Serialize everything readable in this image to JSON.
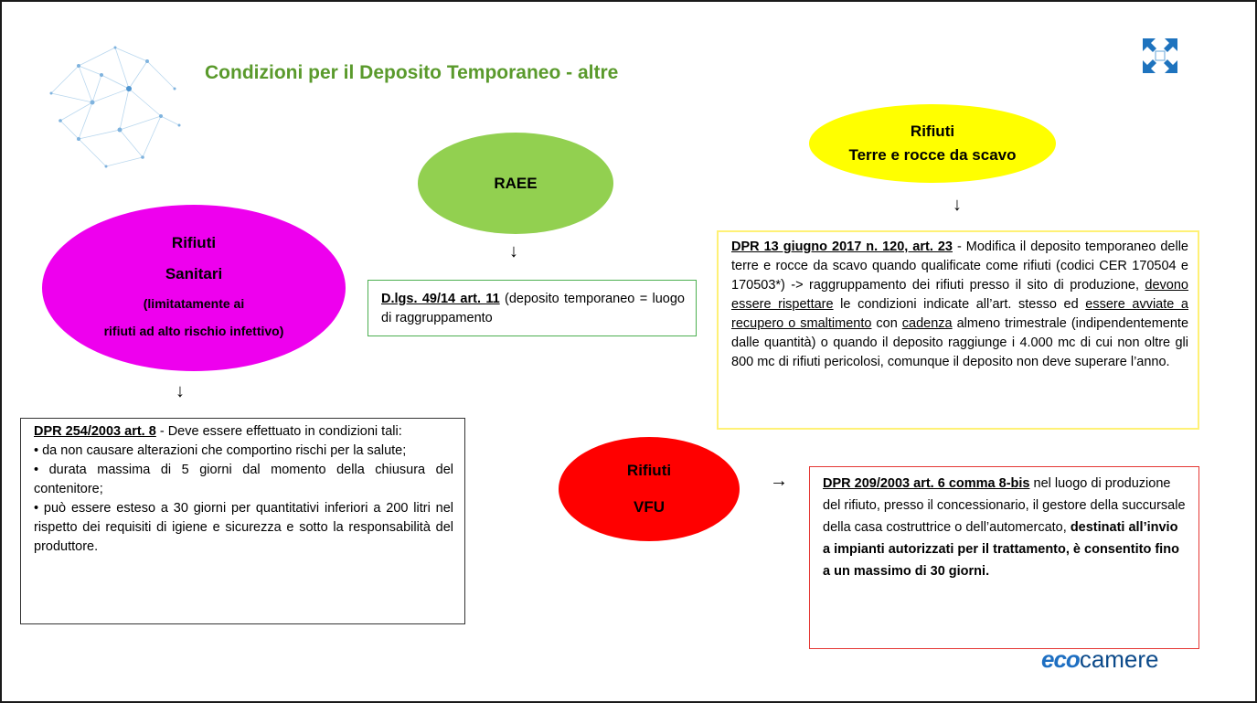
{
  "title": "Condizioni per il Deposito Temporaneo - altre",
  "decor": {
    "network_graphic": "network-globe-icon",
    "corner_logo": "expand-arrows-logo-icon",
    "footer_logo": "ecocamere-logo"
  },
  "colors": {
    "title": "#5a9a2c",
    "sanitari": "#ee00ee",
    "raee": "#92d050",
    "terre": "#ffff00",
    "vfu": "#ff0000"
  },
  "sanitari": {
    "ellipse": [
      "Rifiuti",
      "Sanitari",
      "(limitatamente ai",
      "rifiuti ad alto rischio infettivo)"
    ],
    "arrow": "↓",
    "ref": "DPR 254/2003 art. 8",
    "intro": " - Deve essere effettuato in condizioni tali:",
    "items": [
      "• da non  causare alterazioni che comportino rischi per la salute;",
      "• durata massima di 5 giorni dal momento della chiusura del contenitore;",
      "•  può essere esteso a 30 giorni per quantitativi inferiori a 200 litri nel rispetto dei requisiti di igiene e sicurezza e sotto la responsabilità del produttore."
    ]
  },
  "raee": {
    "ellipse": "RAEE",
    "arrow": "↓",
    "ref": "D.lgs. 49/14 art. 11",
    "text": " (deposito temporaneo = luogo di raggruppamento"
  },
  "terre": {
    "ellipse": [
      "Rifiuti",
      "Terre e rocce da scavo"
    ],
    "arrow": "↓",
    "ref": "DPR 13 giugno 2017 n. 120,  art. 23",
    "t1": " - Modifica il deposito temporaneo delle terre e rocce da scavo quando qualificate come rifiuti (codici CER 170504 e 170503*) -> raggruppamento dei rifiuti presso il sito di produzione, ",
    "u1": "devono essere rispettare",
    "t2": " le condizioni indicate all’art. stesso ed ",
    "u2": "essere avviate a recupero o smaltimento",
    "t3": " con  ",
    "u3": "cadenza",
    "t4": "  almeno trimestrale (indipendentemente dalle quantità) o quando il deposito raggiunge i 4.000 mc di cui non oltre gli 800 mc di rifiuti pericolosi, comunque il deposito non deve superare l’anno."
  },
  "vfu": {
    "ellipse": [
      "Rifiuti",
      "VFU"
    ],
    "arrow": "→",
    "ref": "DPR 209/2003 art. 6 comma 8-bis",
    "t1": " nel luogo di produzione del rifiuto, presso il concessionario, il gestore della succursale della casa costruttrice o dell’automercato, ",
    "b1": "destinati all’invio a impianti autorizzati per il trattamento, è consentito fino a un massimo di 30 giorni."
  },
  "footer": {
    "brand_eco": "eco",
    "brand_rest": "camere"
  }
}
